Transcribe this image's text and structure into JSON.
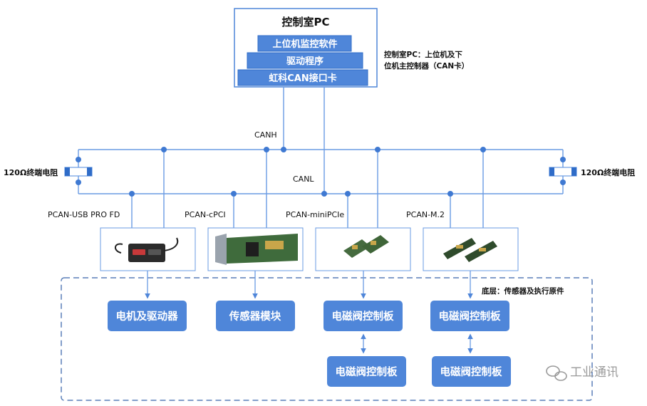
{
  "pc": {
    "title": "控制室PC",
    "layers": [
      "上位机监控软件",
      "驱动程序",
      "虹科CAN接口卡"
    ],
    "note_line1": "控制室PC：上位机及下",
    "note_line2": "位机主控制器（CAN卡）"
  },
  "bus": {
    "canh_label": "CANH",
    "canl_label": "CANL",
    "terminator_left": "120Ω终端电阻",
    "terminator_right": "120Ω终端电阻"
  },
  "interfaces": [
    "PCAN-USB PRO FD",
    "PCAN-cPCI",
    "PCAN-miniPCIe",
    "PCAN-M.2"
  ],
  "bottom": {
    "layer_label": "底层：传感器及执行原件",
    "nodes_row1": [
      "电机及驱动器",
      "传感器模块",
      "电磁阀控制板",
      "电磁阀控制板"
    ],
    "nodes_row2": [
      "电磁阀控制板",
      "电磁阀控制板"
    ]
  },
  "watermark": "工业通讯",
  "colors": {
    "accent": "#4f86d9",
    "line": "#6a9be3",
    "dot": "#3f79d2",
    "border": "#2f6cc8"
  }
}
